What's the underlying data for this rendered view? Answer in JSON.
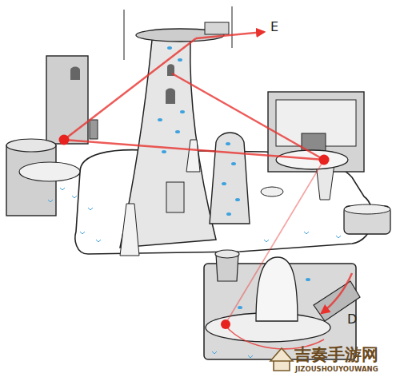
{
  "diagram": {
    "labels": [
      "E",
      "D",
      "吉奏手游网",
      "JIZOUSHOUYOUWANG"
    ]
  }
}
